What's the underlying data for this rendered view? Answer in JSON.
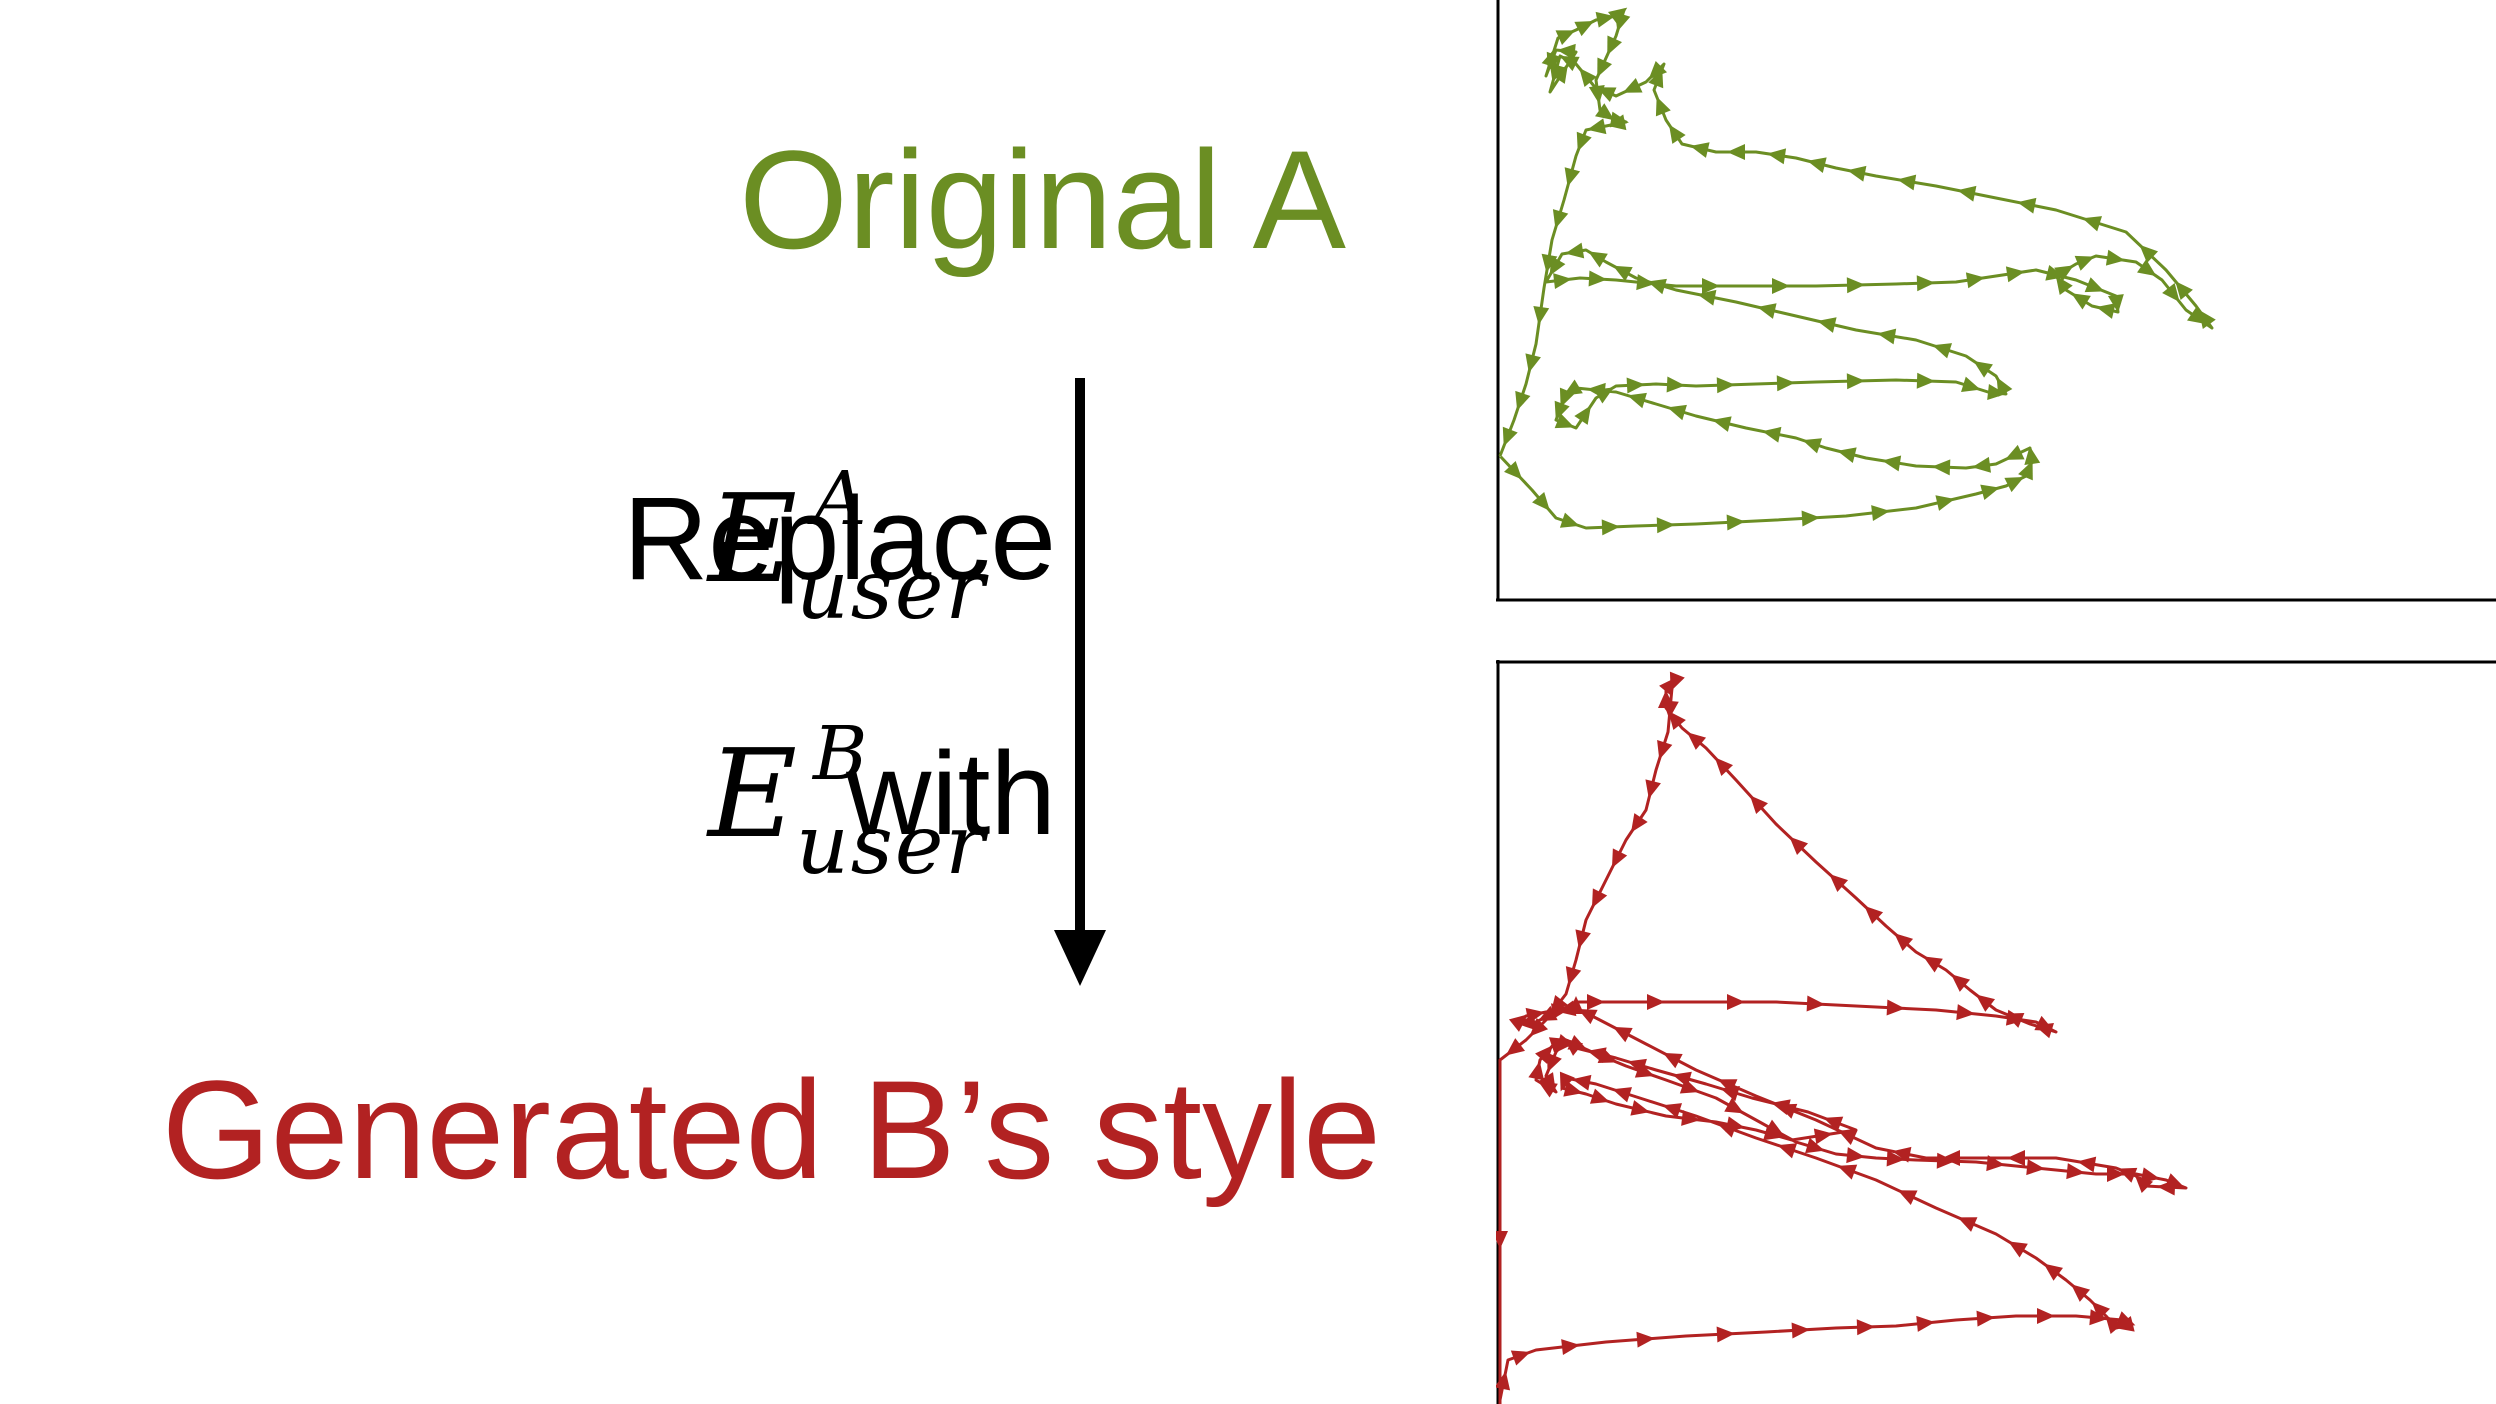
{
  "labels": {
    "original": "Original A",
    "generated": "Generated B’s style"
  },
  "step": {
    "replace_word": "Replace",
    "with_word": "with",
    "symbol": "E",
    "subscript": "user",
    "superscript_a": "A",
    "superscript_b": "B"
  },
  "colors": {
    "original": "#6b8e23",
    "generated": "#b22222",
    "axis": "#000000"
  }
}
